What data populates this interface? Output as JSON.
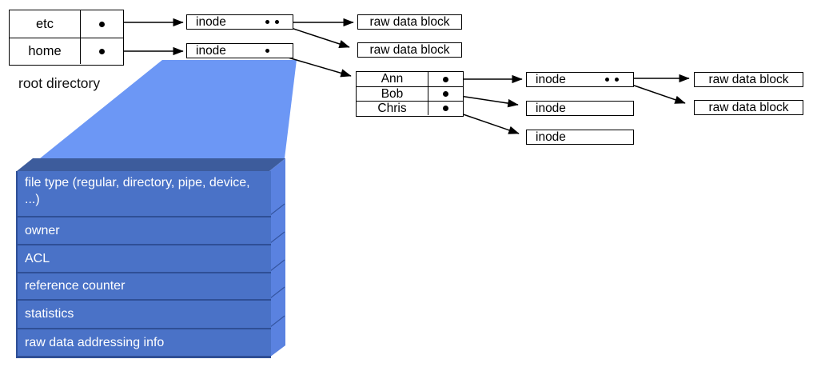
{
  "labels": {
    "root_directory": "root directory",
    "inode": "inode",
    "raw_data_block": "raw data block"
  },
  "root_table": {
    "rows": [
      "etc",
      "home"
    ]
  },
  "user_table": {
    "rows": [
      "Ann",
      "Bob",
      "Chris"
    ]
  },
  "inode_fields": [
    "file type (regular, directory, pipe, device, ...)",
    "owner",
    "ACL",
    "reference counter",
    "statistics",
    "raw data addressing info"
  ],
  "colors": {
    "funnel": "#6c97f5",
    "stack_face": "#4a72c7",
    "stack_side": "#5a82e0",
    "stack_top": "#3d5c9c",
    "stack_divider": "#2f4f96",
    "line": "#000000"
  }
}
